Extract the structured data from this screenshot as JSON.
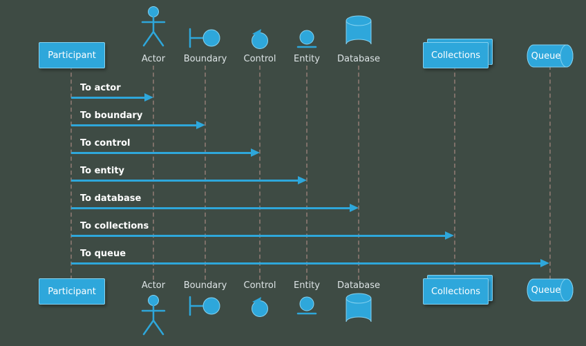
{
  "diagram": {
    "colors": {
      "bg": "#3e4b44",
      "accent": "#2ea7db",
      "accent-border": "#86d2f0",
      "text": "#ffffff",
      "label": "#dde4e6",
      "lifeline": "#8a7770"
    },
    "participants": [
      {
        "name": "Participant",
        "type": "participant",
        "icon": "participant-box"
      },
      {
        "name": "Actor",
        "type": "actor",
        "icon": "stick-figure-icon"
      },
      {
        "name": "Boundary",
        "type": "boundary",
        "icon": "boundary-icon"
      },
      {
        "name": "Control",
        "type": "control",
        "icon": "control-icon"
      },
      {
        "name": "Entity",
        "type": "entity",
        "icon": "entity-icon"
      },
      {
        "name": "Database",
        "type": "database",
        "icon": "database-cylinder-icon"
      },
      {
        "name": "Collections",
        "type": "collections",
        "icon": "stacked-boxes-icon"
      },
      {
        "name": "Queue",
        "type": "queue",
        "icon": "queue-cylinder-icon"
      }
    ],
    "messages": [
      {
        "label": "To actor",
        "from": "Participant",
        "to": "Actor"
      },
      {
        "label": "To boundary",
        "from": "Participant",
        "to": "Boundary"
      },
      {
        "label": "To control",
        "from": "Participant",
        "to": "Control"
      },
      {
        "label": "To entity",
        "from": "Participant",
        "to": "Entity"
      },
      {
        "label": "To database",
        "from": "Participant",
        "to": "Database"
      },
      {
        "label": "To collections",
        "from": "Participant",
        "to": "Collections"
      },
      {
        "label": "To queue",
        "from": "Participant",
        "to": "Queue"
      }
    ]
  }
}
